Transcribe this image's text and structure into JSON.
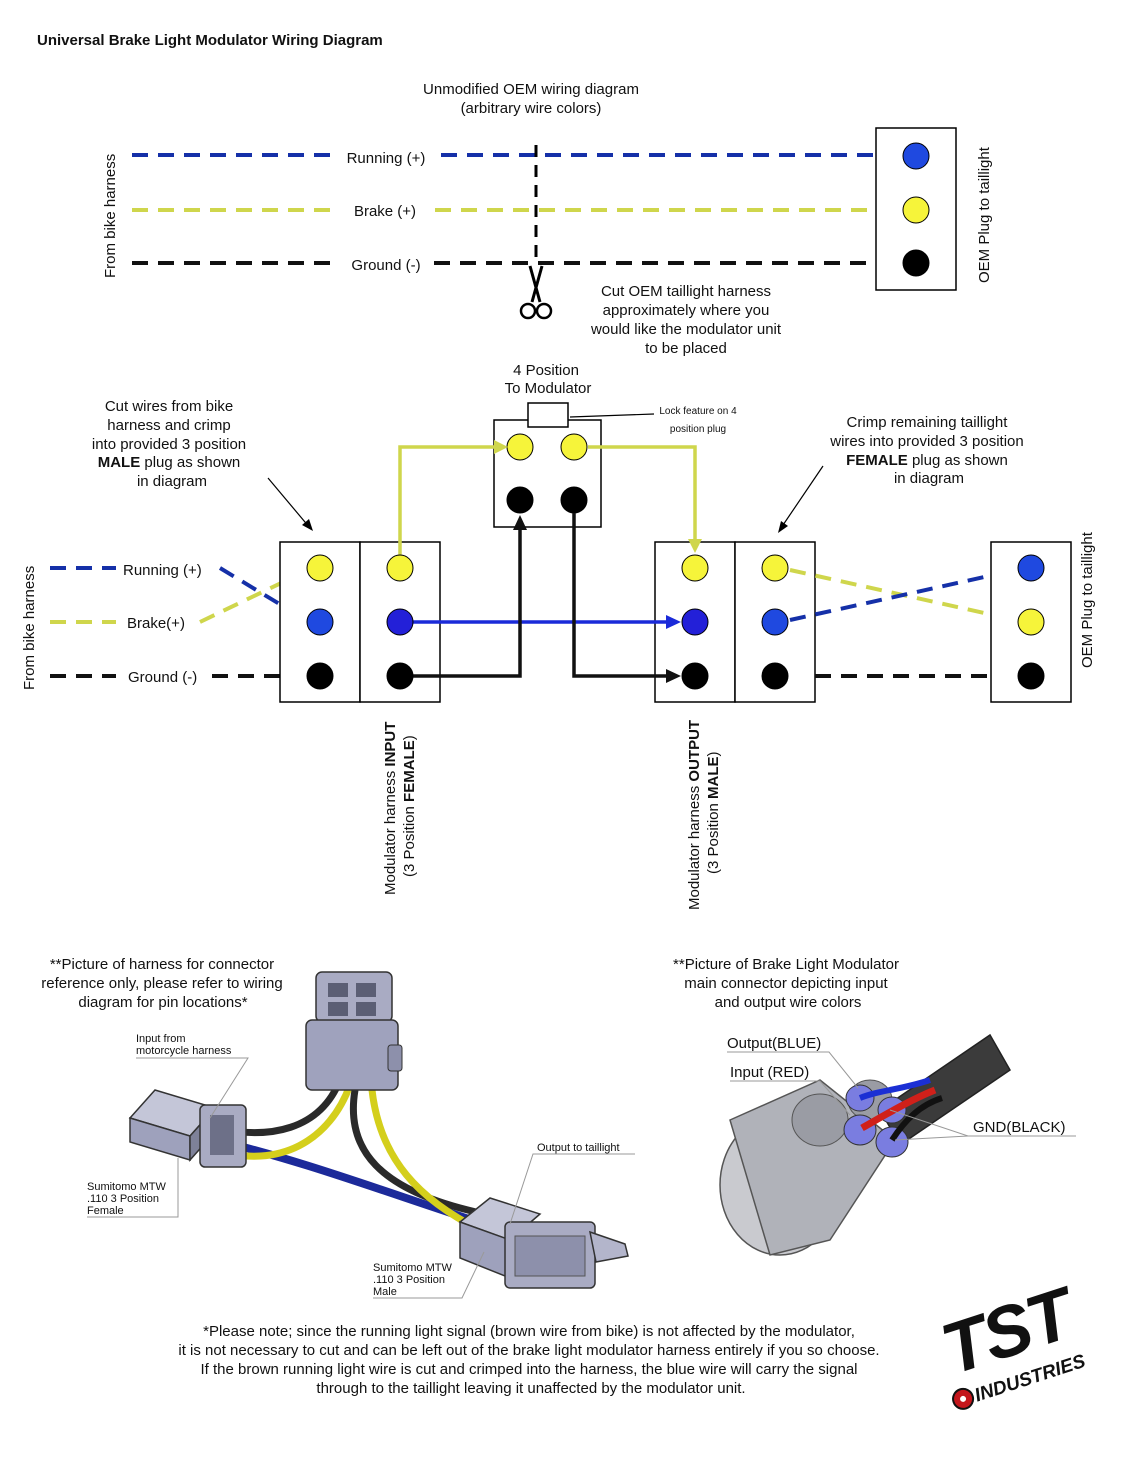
{
  "title": "Universal Brake Light Modulator Wiring Diagram",
  "colors": {
    "blue_wire": "#1530a8",
    "yellow_wire": "#cfd64c",
    "black_wire": "#111111",
    "blue_pin": "#1f49e0",
    "yellow_pin": "#f6f43a",
    "black_pin": "#000000"
  },
  "top_diagram": {
    "heading_line1": "Unmodified OEM wiring diagram",
    "heading_line2": "(arbitrary wire colors)",
    "side_label": "From bike harness",
    "wire_running": "Running (+)",
    "wire_brake": "Brake (+)",
    "wire_ground": "Ground (-)",
    "plug_label": "OEM Plug to taillight",
    "scissors_icon": "scissors-icon",
    "cut_note": [
      "Cut OEM taillight harness",
      "approximately where you",
      "would like the modulator unit",
      "to be placed"
    ]
  },
  "modulator_plug": {
    "label_line1": "4 Position",
    "label_line2": "To Modulator",
    "lock_note_line1": "Lock feature on 4",
    "lock_note_line2": "position plug"
  },
  "left_note": {
    "line1": "Cut wires from bike",
    "line2": "harness and crimp",
    "line3": "into provided 3 position",
    "line4_bold": "MALE",
    "line4_rest": " plug as shown",
    "line5": "in diagram"
  },
  "right_note": {
    "line1": "Crimp remaining taillight",
    "line2": "wires into provided 3 position",
    "line3_bold": "FEMALE",
    "line3_rest": " plug as shown",
    "line4": "in diagram"
  },
  "bottom_diagram": {
    "side_label": "From bike harness",
    "wire_running": "Running (+)",
    "wire_brake": "Brake(+)",
    "wire_ground": "Ground (-)",
    "plug_label": "OEM Plug to taillight",
    "input_label_pre": "Modulator harness ",
    "input_label_bold": "INPUT",
    "input_label_line2_pre": "(3 Position ",
    "input_label_line2_bold": "FEMALE",
    "input_label_line2_post": ")",
    "output_label_pre": "Modulator harness ",
    "output_label_bold": "OUTPUT",
    "output_label_line2_pre": "(3 Position ",
    "output_label_line2_bold": "MALE",
    "output_label_line2_post": ")"
  },
  "harness_picture": {
    "caption": [
      "**Picture of harness for connector",
      "reference only, please refer to wiring",
      "diagram for pin locations*"
    ],
    "label_input": [
      "Input from",
      "motorcycle harness"
    ],
    "label_sumitomo_female": [
      "Sumitomo MTW",
      ".110 3 Position",
      "Female"
    ],
    "label_output": "Output to taillight",
    "label_sumitomo_male": [
      "Sumitomo MTW",
      ".110 3 Position",
      "Male"
    ]
  },
  "modulator_picture": {
    "caption": [
      "**Picture of Brake Light Modulator",
      "main connector depicting input",
      "and output wire colors"
    ],
    "label_output": "Output(BLUE)",
    "label_input": "Input (RED)",
    "label_gnd": "GND(BLACK)"
  },
  "footnote": [
    "*Please note; since the running light signal (brown wire from bike) is not affected by the modulator,",
    "it is not necessary to cut and can be left out of the brake light modulator harness entirely if you so choose.",
    "If the brown running light wire is cut and crimped into the harness, the blue wire will carry the signal",
    "through to the taillight leaving it unaffected by the modulator unit."
  ],
  "logo": {
    "text_main": "TST",
    "text_sub": "INDUSTRIES"
  }
}
